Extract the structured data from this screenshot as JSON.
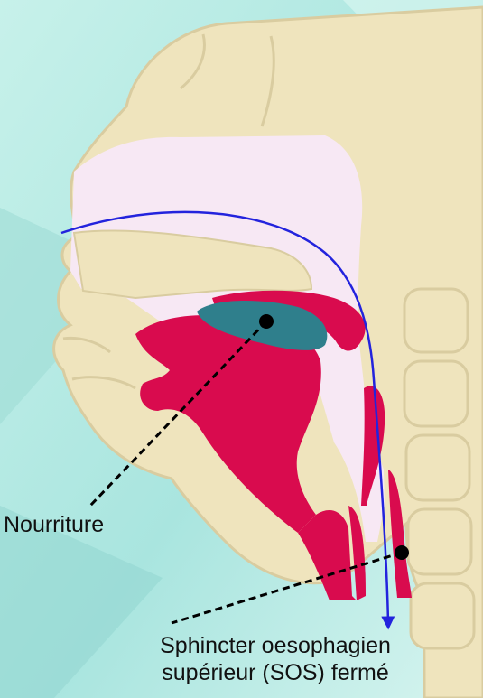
{
  "labels": {
    "food": "Nourriture",
    "sphincter_line1": "Sphincter oesophagien",
    "sphincter_line2": "supérieur (SOS) fermé"
  },
  "colors": {
    "background_light": "#b8ece4",
    "background_dark": "#8ed8d2",
    "bone": "#efe4bd",
    "bone_outline": "#d9cca0",
    "cavity": "#f7e8f4",
    "tissue_red": "#d90b4e",
    "food_bolus": "#2f7f8c",
    "swallow_path": "#2323dd",
    "pointer": "#000000"
  }
}
